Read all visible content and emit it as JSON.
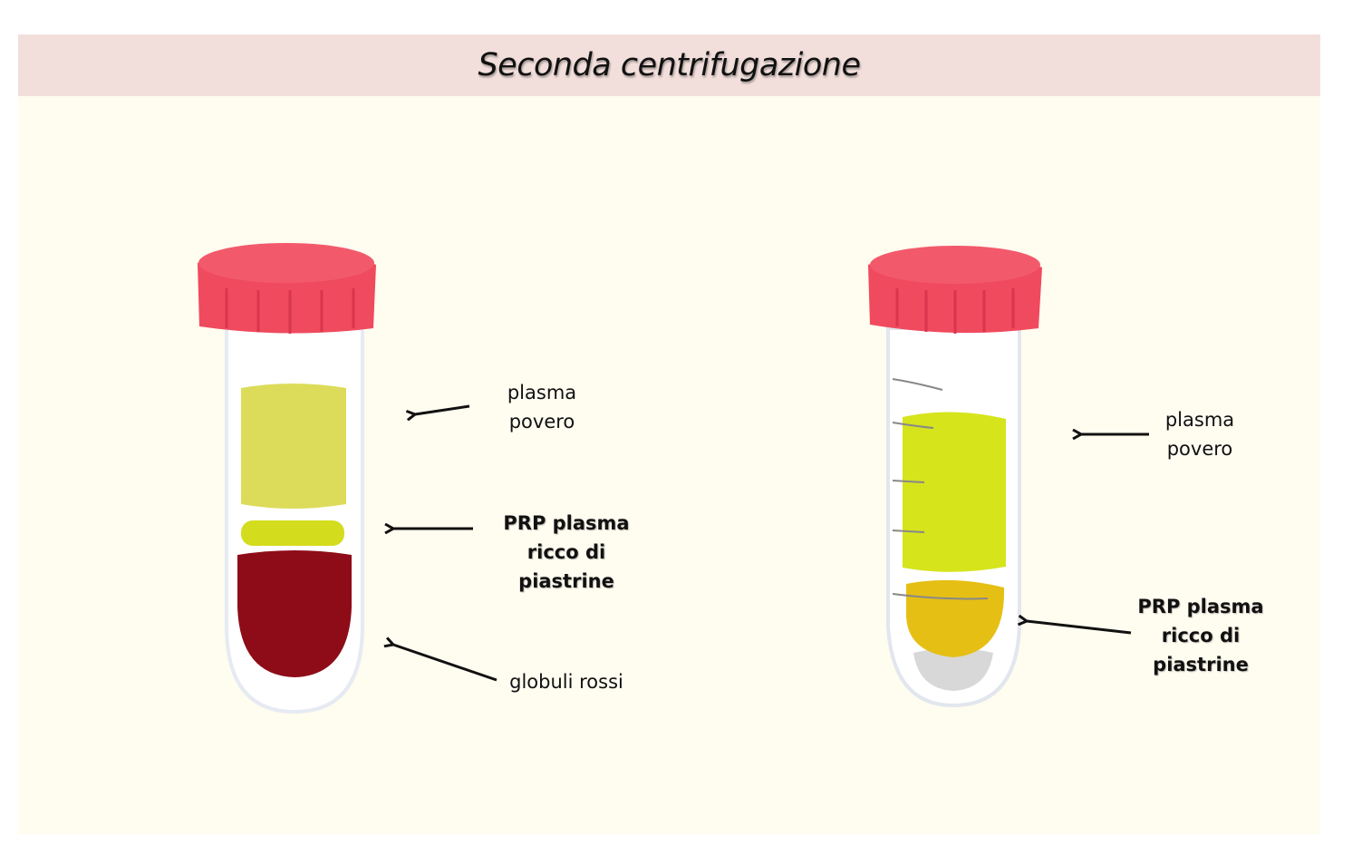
{
  "header": {
    "title": "Seconda centrifugazione"
  },
  "left_tube": {
    "labels": {
      "plasma_povero": [
        "plasma",
        "povero"
      ],
      "prp": [
        "PRP plasma",
        "ricco di",
        "piastrine"
      ],
      "globuli_rossi": "globuli rossi"
    }
  },
  "right_tube": {
    "labels": {
      "plasma_povero": [
        "plasma",
        "povero"
      ],
      "prp": [
        "PRP plasma",
        "ricco di",
        "piastrine"
      ]
    }
  },
  "colors": {
    "cap": "#f04a5e",
    "plasma_left": "#dcdc5a",
    "prp_left": "#d4dc1e",
    "red_cells": "#8e0c18",
    "plasma_right": "#d6e41c",
    "prp_right": "#e6bf14"
  }
}
